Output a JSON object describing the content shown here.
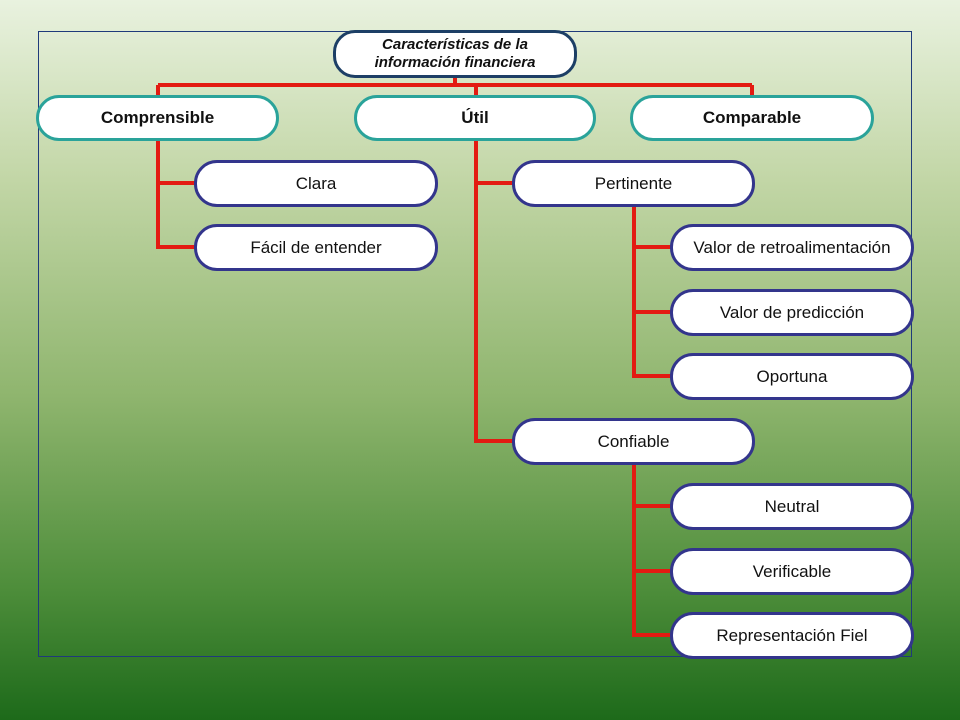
{
  "title": "Características de la información financiera",
  "title_lines": [
    "Características de la",
    "información financiera"
  ],
  "branches": {
    "comprensible": {
      "label": "Comprensible",
      "children": [
        "Clara",
        "Fácil de entender"
      ]
    },
    "util": {
      "label": "Útil",
      "pertinente": {
        "label": "Pertinente",
        "children": [
          "Valor de retroalimentación",
          "Valor de predicción",
          "Oportuna"
        ]
      },
      "confiable": {
        "label": "Confiable",
        "children": [
          "Neutral",
          "Verificable",
          "Representación Fiel"
        ]
      }
    },
    "comparable": {
      "label": "Comparable"
    }
  },
  "colors": {
    "connector": "#e31b12",
    "root_border": "#1d3f66",
    "level1_border": "#2aa39a",
    "level2_border": "#33358c",
    "frame_border": "#1f3a7a"
  }
}
